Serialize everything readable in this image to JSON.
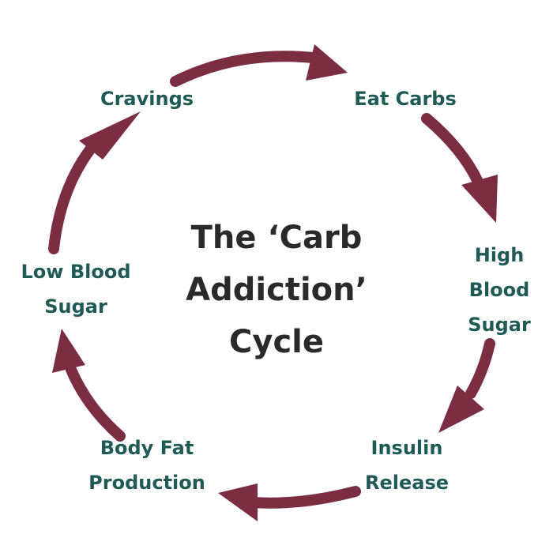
{
  "title": {
    "line1": "The ‘Carb",
    "line2": "Addiction’",
    "line3": "Cycle"
  },
  "nodes": [
    {
      "lines": [
        "Cravings"
      ]
    },
    {
      "lines": [
        "Eat Carbs"
      ]
    },
    {
      "lines": [
        "High",
        "Blood",
        "Sugar"
      ]
    },
    {
      "lines": [
        "Insulin",
        "Release"
      ]
    },
    {
      "lines": [
        "Body Fat",
        "Production"
      ]
    },
    {
      "lines": [
        "Low Blood",
        "Sugar"
      ]
    }
  ],
  "colors": {
    "arrow": "#7b2e42",
    "node_text": "#1f5a55",
    "title_text": "#2a2a2a"
  }
}
